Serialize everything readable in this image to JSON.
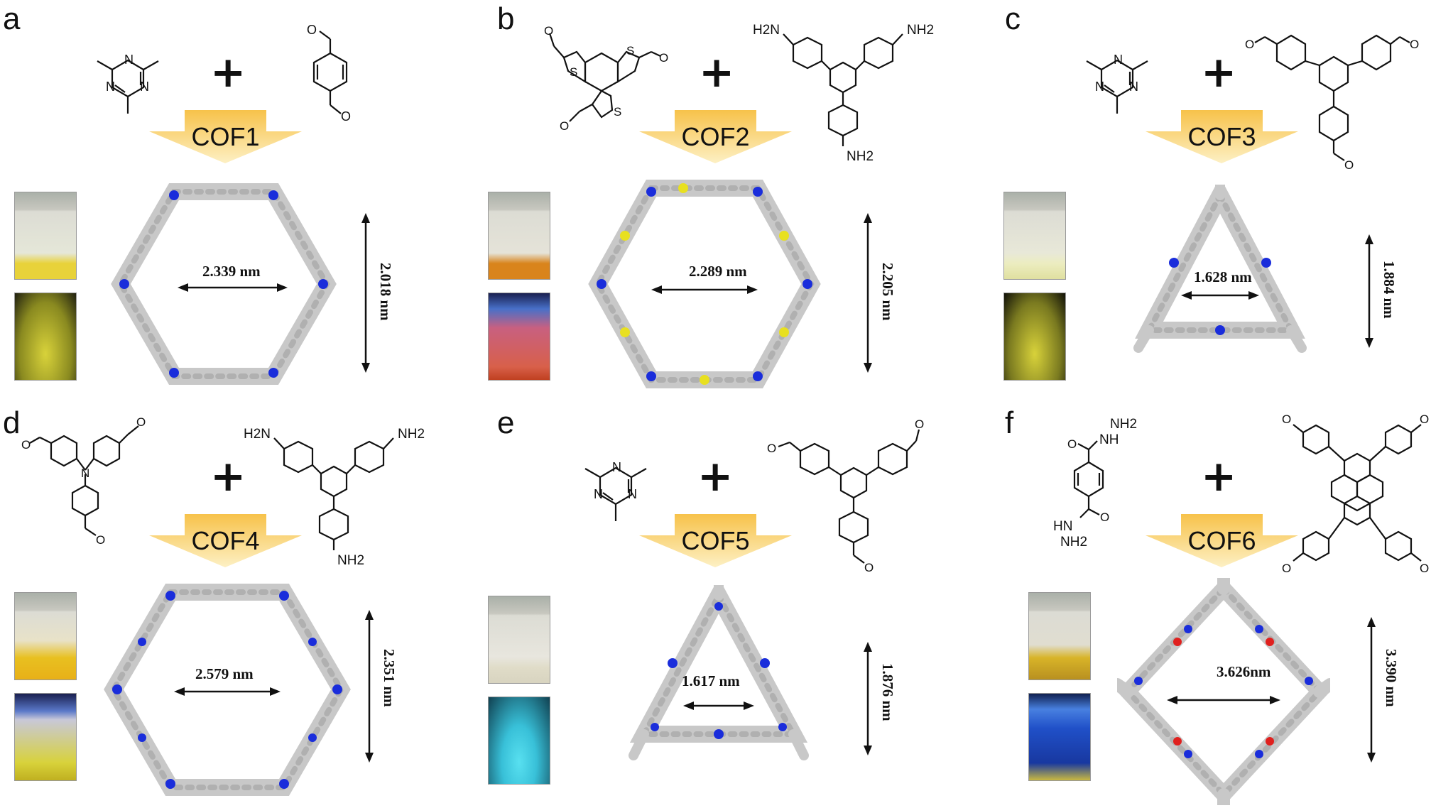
{
  "panels": [
    {
      "label": "a",
      "cof": "COF1",
      "pore": "2.339 nm",
      "height": "2.018 nm"
    },
    {
      "label": "b",
      "cof": "COF2",
      "pore": "2.289 nm",
      "height": "2.205 nm"
    },
    {
      "label": "c",
      "cof": "COF3",
      "pore": "1.628 nm",
      "height": "1.884 nm"
    },
    {
      "label": "d",
      "cof": "COF4",
      "pore": "2.579 nm",
      "height": "2.351 nm"
    },
    {
      "label": "e",
      "cof": "COF5",
      "pore": "1.617 nm",
      "height": "1.876 nm"
    },
    {
      "label": "f",
      "cof": "COF6",
      "pore": "3.626nm",
      "height": "3.390 nm"
    }
  ],
  "chemistry": {
    "nh2": "NH2",
    "h2n": "H2N",
    "nh": "NH",
    "hn": "HN",
    "n": "N",
    "s": "S",
    "o": "O"
  },
  "colors": {
    "arrow_top": "#f7c24a",
    "arrow_bottom": "#fdf0c4",
    "carbon": "#c8c8c8",
    "nitrogen": "#1a2ddb",
    "sulfur": "#e8e020",
    "oxygen": "#e0201e",
    "vial_yellow": "#e8d23a",
    "vial_orange": "#d9841c",
    "vial_pale": "#ecedc0",
    "vial_white": "#e8e6de",
    "glow_yellow": "#d8d23a",
    "glow_red": "#d8604a",
    "glow_cyan": "#38c0d8",
    "glow_blue": "#2050c8"
  }
}
